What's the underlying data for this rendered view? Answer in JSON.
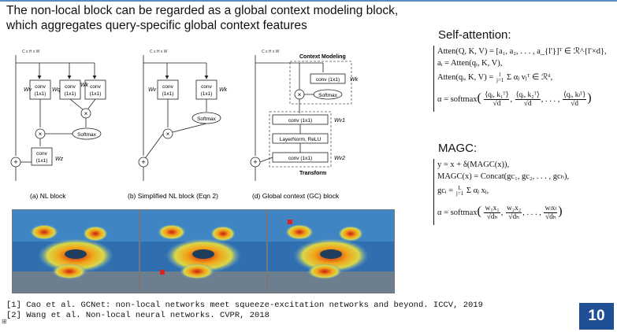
{
  "slide": {
    "title_line1": "The non-local block can be regarded as a global context modeling block,",
    "title_line2": "which aggregates query-specific global context features",
    "page_number": "10",
    "corner_mark": "⊞"
  },
  "figure": {
    "captions": [
      "(a) NL block",
      "(b) Simplified NL block (Eqn 2)",
      "(d) Global context (GC) block"
    ],
    "blocks": {
      "conv_label": "conv",
      "conv_size": "(1x1)",
      "softmax": "Softmax",
      "context_modeling": "Context Modeling",
      "transform": "Transform",
      "layernorm": "LayerNorm, ReLU",
      "conv_inline": "conv (1x1)",
      "input_shape": "C x H x W",
      "wq": "Wq",
      "wk": "Wk",
      "wv": "Wv",
      "wz": "Wz",
      "wv1": "Wv1",
      "wv2": "Wv2"
    },
    "accent_color": "#cc2222"
  },
  "self_attention": {
    "heading": "Self-attention:",
    "eq1": "Atten(Q, K, V) = [a₁, a₂, . . . , a_{l'}]ᵀ ∈ ℛ^{l'×d},",
    "eq2": "aᵢ = Atten(qᵢ, K, V),",
    "eq3_lhs": "Atten(qᵢ, K, V) =",
    "eq3_sum": "Σ αⱼ vⱼᵀ ∈ ℛᵈ,",
    "eq3_sum_top": "l",
    "eq3_sum_bottom": "j=1",
    "eq4_lhs": "α = softmax",
    "eq4_t1": "⟨qᵢ, k₁ᵀ⟩",
    "eq4_t2": "⟨qᵢ, k₂ᵀ⟩",
    "eq4_tl": "⟨qᵢ, kₗᵀ⟩",
    "eq4_den": "√d"
  },
  "magc": {
    "heading": "MAGC:",
    "eq1": "y = x + δ(MAGC(x)),",
    "eq2": "MAGC(x) = Concat(gc₁, gc₂, . . . , gcₕ),",
    "eq3_lhs": "gcᵢ =",
    "eq3_sum": "Σ αⱼ xⱼ,",
    "eq3_sum_top": "L",
    "eq3_sum_bottom": "j=1",
    "eq4_lhs": "α = softmax",
    "eq4_t1": "w₁x₁",
    "eq4_t2": "w₂x₂",
    "eq4_tl": "wₗxₗ",
    "eq4_den": "√dₕ"
  },
  "references": [
    "[1] Cao et al. GCNet: non-local networks meet squeeze-excitation networks and beyond. ICCV, 2019",
    "[2] Wang et al. Non-local neural networks. CVPR, 2018"
  ]
}
